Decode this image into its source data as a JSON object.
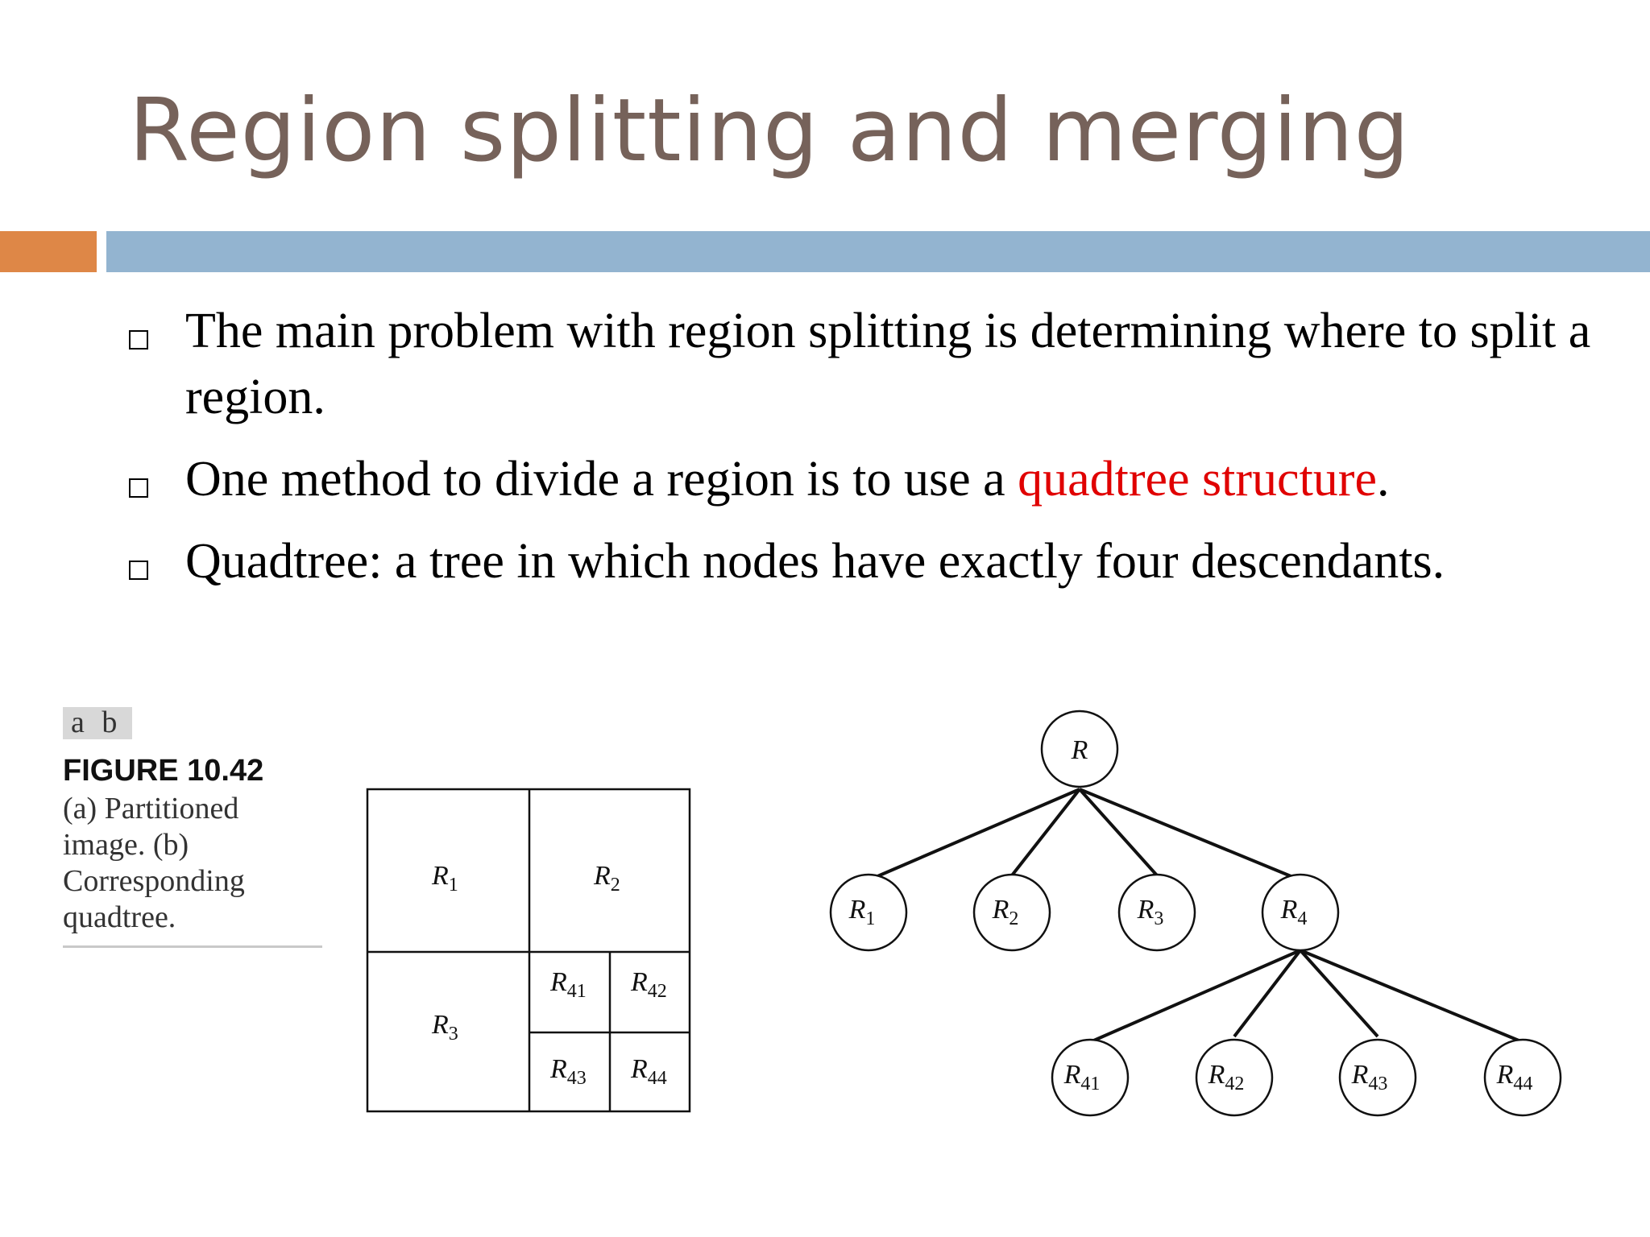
{
  "slide": {
    "title": "Region splitting and merging",
    "colors": {
      "title": "#76625a",
      "accent_orange": "#de8747",
      "accent_blue": "#93b4d0",
      "highlight": "#e00000"
    },
    "bullets": [
      {
        "text": "The main problem with region splitting is determining where to split a region."
      },
      {
        "text_before": "One method to divide a region is to use a ",
        "highlight": "quadtree structure",
        "text_after": "."
      },
      {
        "text": "Quadtree: a tree in which nodes have exactly four descendants."
      }
    ]
  },
  "figure": {
    "panel_letters": "a b",
    "title": "FIGURE 10.42",
    "caption": "(a) Partitioned image. (b) Corresponding quadtree.",
    "partition_labels": [
      "R1",
      "R2",
      "R3",
      "R41",
      "R42",
      "R43",
      "R44"
    ],
    "tree": {
      "root": "R",
      "level1": [
        "R1",
        "R2",
        "R3",
        "R4"
      ],
      "level2": [
        "R41",
        "R42",
        "R43",
        "R44"
      ]
    }
  }
}
